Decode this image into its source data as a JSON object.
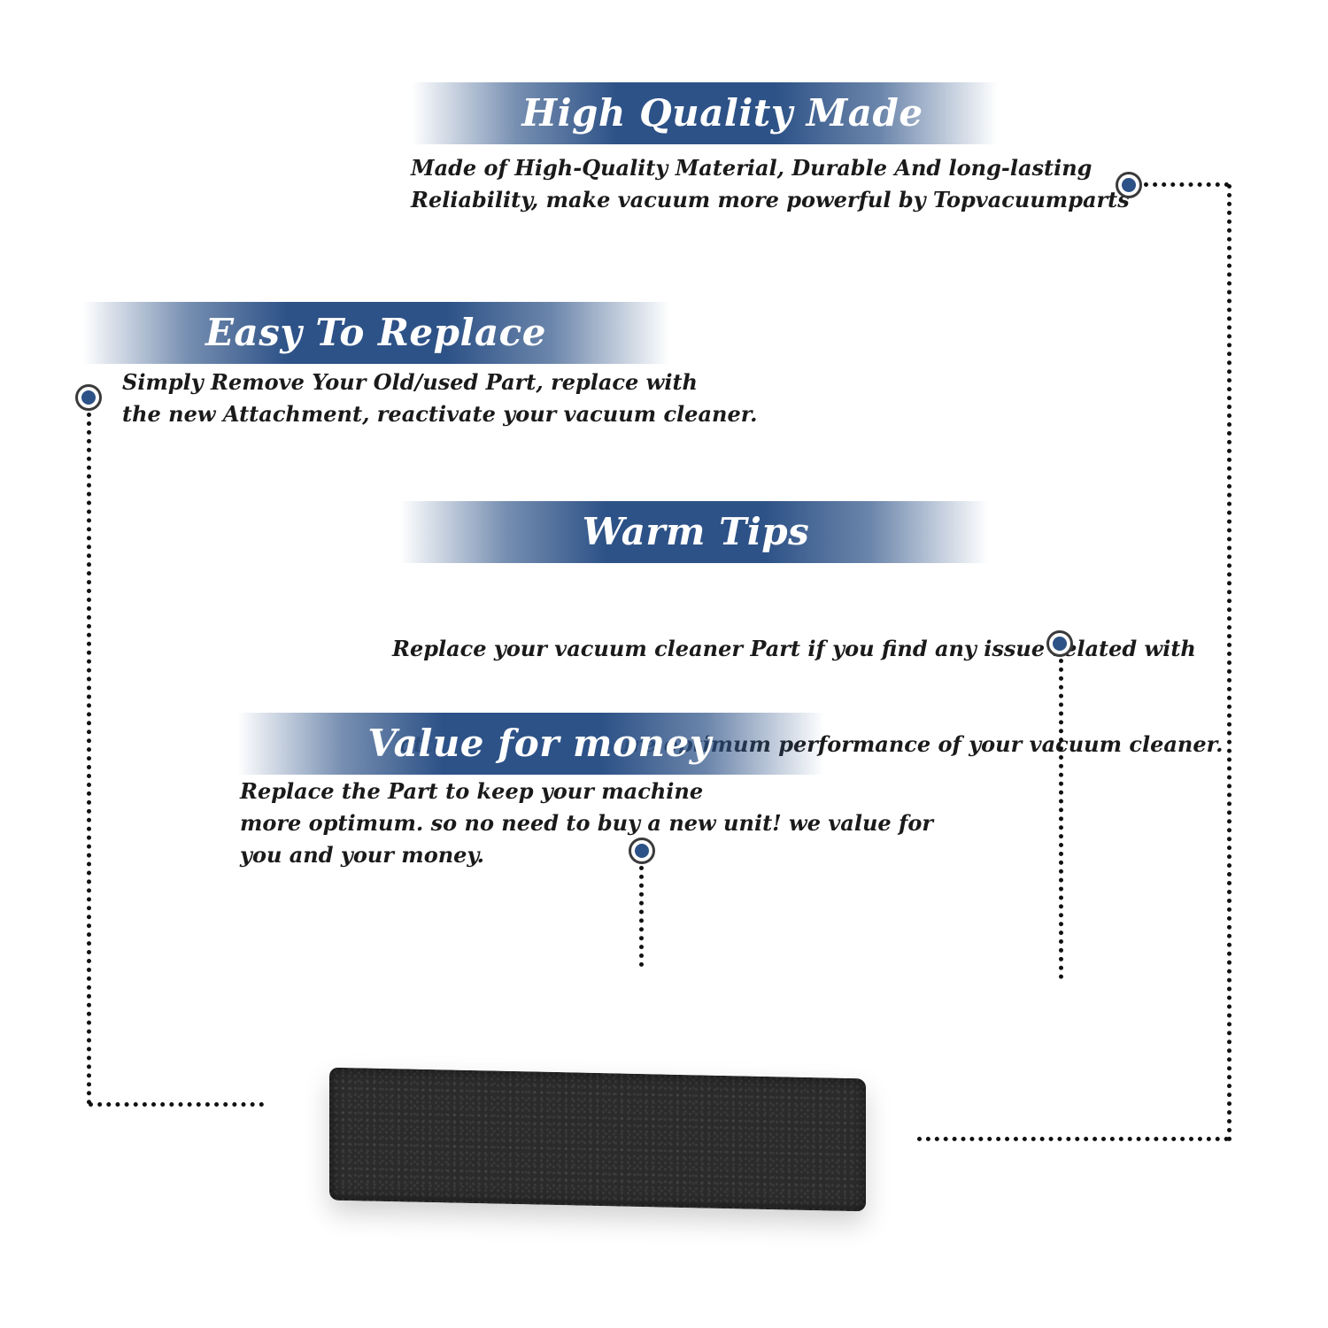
{
  "features": [
    {
      "id": "quality",
      "title": "High Quality Made",
      "lines": [
        "Made of  High-Quality Material, Durable And long-lasting",
        "Reliability, make vacuum more powerful by Topvacuumparts"
      ]
    },
    {
      "id": "replace",
      "title": "Easy To Replace",
      "lines": [
        "Simply Remove Your Old/used Part, replace with",
        "the new Attachment, reactivate your vacuum cleaner."
      ]
    },
    {
      "id": "tips",
      "title": "Warm Tips",
      "lines": [
        "Replace your vacuum cleaner Part if you find any issue related with",
        " attachment to ensure optimum performance of your vacuum cleaner."
      ]
    },
    {
      "id": "value",
      "title": "Value for money",
      "lines": [
        "Replace the Part to keep your machine",
        "more optimum. so no need to buy a new unit! we value for",
        "you and your money."
      ]
    }
  ],
  "colors": {
    "banner": "#2d5287",
    "marker": "#2d5287",
    "text": "#1a1a1a",
    "foam": "#2b2b2b"
  },
  "icons": {
    "marker": "target-dot-icon",
    "product": "foam-filter-image"
  }
}
